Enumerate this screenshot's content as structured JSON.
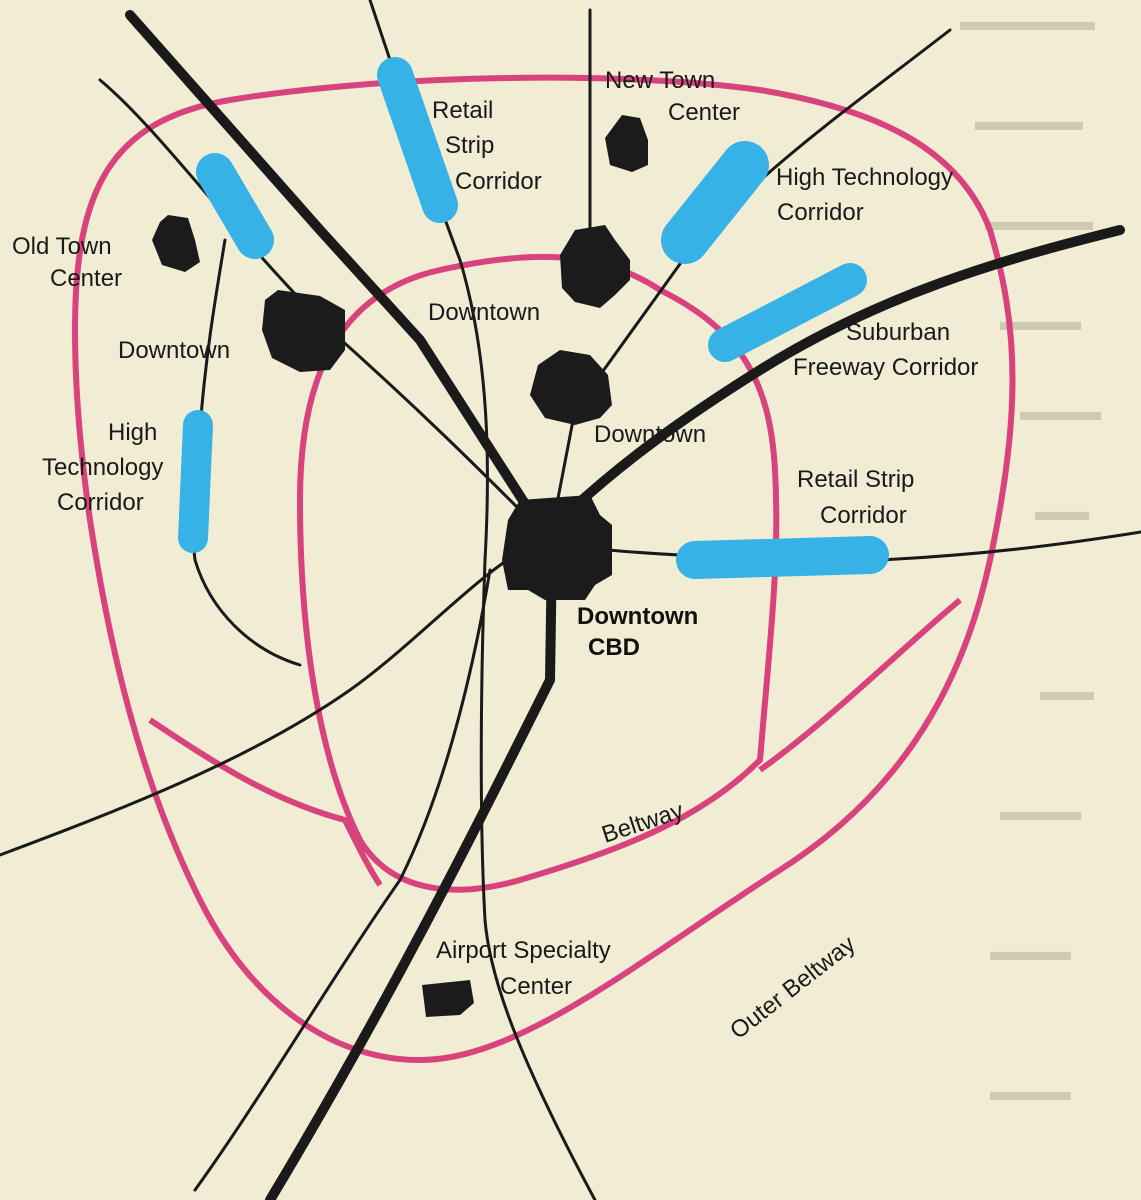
{
  "colors": {
    "background": "#f1edd5",
    "beltway": "#d8437e",
    "corridor": "#37b2e6",
    "center": "#1b1b1b",
    "road": "#1a1a1a",
    "bleed_text": "#cfcab2"
  },
  "labels": {
    "new_town_center_1": "New Town",
    "new_town_center_2": "Center",
    "retail_strip_nw_1": "Retail",
    "retail_strip_nw_2": "Strip",
    "retail_strip_nw_3": "Corridor",
    "high_tech_ne_1": "High Technology",
    "high_tech_ne_2": "Corridor",
    "old_town_center_1": "Old Town",
    "old_town_center_2": "Center",
    "downtown_north": "Downtown",
    "downtown_west": "Downtown",
    "suburban_freeway_1": "Suburban",
    "suburban_freeway_2": "Freeway Corridor",
    "downtown_inner": "Downtown",
    "high_tech_w_1": "High",
    "high_tech_w_2": "Technology",
    "high_tech_w_3": "Corridor",
    "retail_strip_e_1": "Retail Strip",
    "retail_strip_e_2": "Corridor",
    "cbd_1": "Downtown",
    "cbd_2": "CBD",
    "beltway": "Beltway",
    "outer_beltway": "Outer Beltway",
    "airport_1": "Airport Specialty",
    "airport_2": "Center"
  },
  "icons": {
    "downtown_cbd": "city-block-icon",
    "new_town_center": "city-block-icon",
    "old_town_center": "city-block-icon",
    "airport_center": "city-block-icon"
  }
}
